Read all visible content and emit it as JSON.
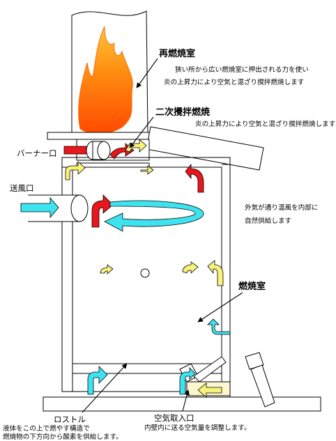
{
  "labels": {
    "reburn_title": "再燃焼室",
    "reburn_desc_1": "狭い所から広い燃焼室に押出される力を使い",
    "reburn_desc_2": "炎の上昇力により空気と混ざり撹拌燃焼します",
    "secondary_title": "二次攪拌燃焼",
    "secondary_desc": "炎の上昇力により空気と混ざり撹拌燃焼します",
    "burner_port": "バーナー口",
    "air_inlet_port": "送風口",
    "outside_air_1": "外気が通り温風を内部に",
    "outside_air_2": "自然供給します",
    "combustion_chamber": "燃焼室",
    "rostle": "ロストル",
    "rostle_desc_1": "液体をこの上で燃やす構造で",
    "rostle_desc_2": "燃焼物の下方向から酸素を供給します。",
    "air_intake": "空気取入口",
    "air_intake_desc": "内壁内に送る空気量を調整します。"
  },
  "colors": {
    "outline": "#000000",
    "flame_outer": "#ff7a00",
    "flame_inner": "#ffd24a",
    "burner_arrow": "#e8161d",
    "flow_arrow_red": "#e8161d",
    "flow_arrow_yellow": "#f7f27a",
    "flow_arrow_cyan": "#3ee3f0",
    "air_inlet_tint": "#fdf6cf"
  }
}
